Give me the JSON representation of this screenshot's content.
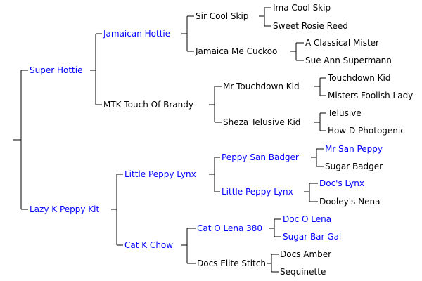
{
  "colors": {
    "link": "#0000ff",
    "text": "#000000",
    "line": "#000000"
  },
  "pedigree": {
    "sire": {
      "name": "Super Hottie",
      "linked": true,
      "sire": {
        "name": "Jamaican Hottie",
        "linked": true,
        "sire": {
          "name": "Sir Cool Skip",
          "linked": false,
          "sire": {
            "name": "Ima Cool Skip",
            "linked": false
          },
          "dam": {
            "name": "Sweet Rosie Reed",
            "linked": false
          }
        },
        "dam": {
          "name": "Jamaica Me Cuckoo",
          "linked": false,
          "sire": {
            "name": "A Classical Mister",
            "linked": false
          },
          "dam": {
            "name": "Sue Ann Supermann",
            "linked": false
          }
        }
      },
      "dam": {
        "name": "MTK Touch Of Brandy",
        "linked": false,
        "sire": {
          "name": "Mr Touchdown Kid",
          "linked": false,
          "sire": {
            "name": "Touchdown Kid",
            "linked": false
          },
          "dam": {
            "name": "Misters Foolish Lady",
            "linked": false
          }
        },
        "dam": {
          "name": "Sheza Telusive Kid",
          "linked": false,
          "sire": {
            "name": "Telusive",
            "linked": false
          },
          "dam": {
            "name": "How D Photogenic",
            "linked": false
          }
        }
      }
    },
    "dam": {
      "name": "Lazy K Peppy Kit",
      "linked": true,
      "sire": {
        "name": "Little Peppy Lynx",
        "linked": true,
        "sire": {
          "name": "Peppy San Badger",
          "linked": true,
          "sire": {
            "name": "Mr San Peppy",
            "linked": true
          },
          "dam": {
            "name": "Sugar Badger",
            "linked": false
          }
        },
        "dam": {
          "name": "Little Peppy Lynx",
          "linked": true,
          "sire": {
            "name": "Doc's Lynx",
            "linked": true
          },
          "dam": {
            "name": "Dooley's Nena",
            "linked": false
          }
        }
      },
      "dam": {
        "name": "Cat K Chow",
        "linked": true,
        "sire": {
          "name": "Cat O Lena 380",
          "linked": true,
          "sire": {
            "name": "Doc O Lena",
            "linked": true
          },
          "dam": {
            "name": "Sugar Bar Gal",
            "linked": true
          }
        },
        "dam": {
          "name": "Docs Elite Stitch",
          "linked": false,
          "sire": {
            "name": "Docs Amber",
            "linked": false
          },
          "dam": {
            "name": "Sequinette",
            "linked": false
          }
        }
      }
    }
  }
}
